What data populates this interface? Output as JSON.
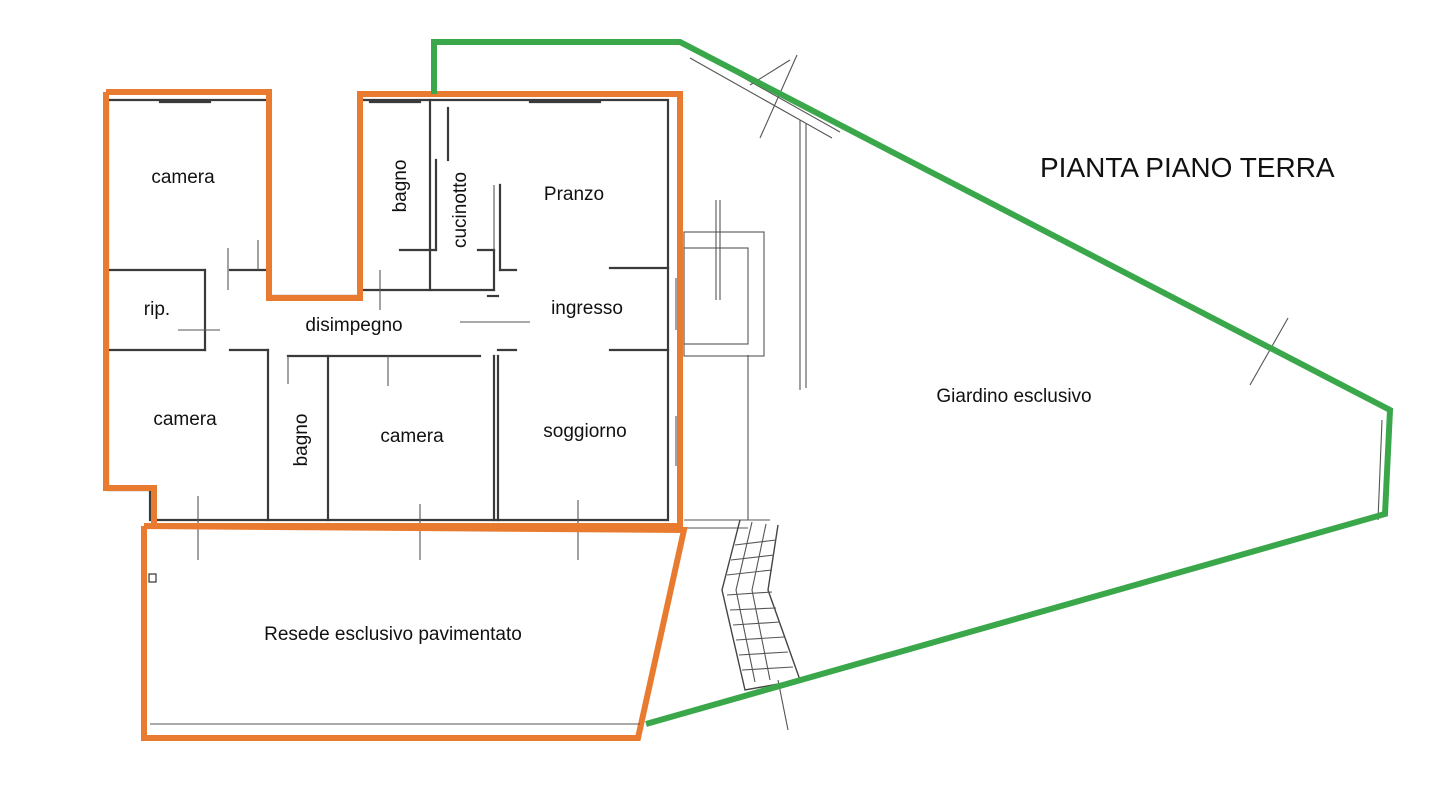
{
  "title": "PIANTA PIANO TERRA",
  "rooms": {
    "camera_top": "camera",
    "bagno_top": "bagno",
    "cucinotto": "cucinotto",
    "pranzo": "Pranzo",
    "rip": "rip.",
    "disimpegno": "disimpegno",
    "ingresso": "ingresso",
    "camera_left": "camera",
    "bagno_bottom": "bagno",
    "camera_mid": "camera",
    "soggiorno": "soggiorno"
  },
  "areas": {
    "resede": "Resede esclusivo pavimentato",
    "giardino": "Giardino esclusivo"
  },
  "colors": {
    "orange_boundary": "#e87b2f",
    "green_boundary": "#3aa84a",
    "wall": "#3a3a3a"
  }
}
